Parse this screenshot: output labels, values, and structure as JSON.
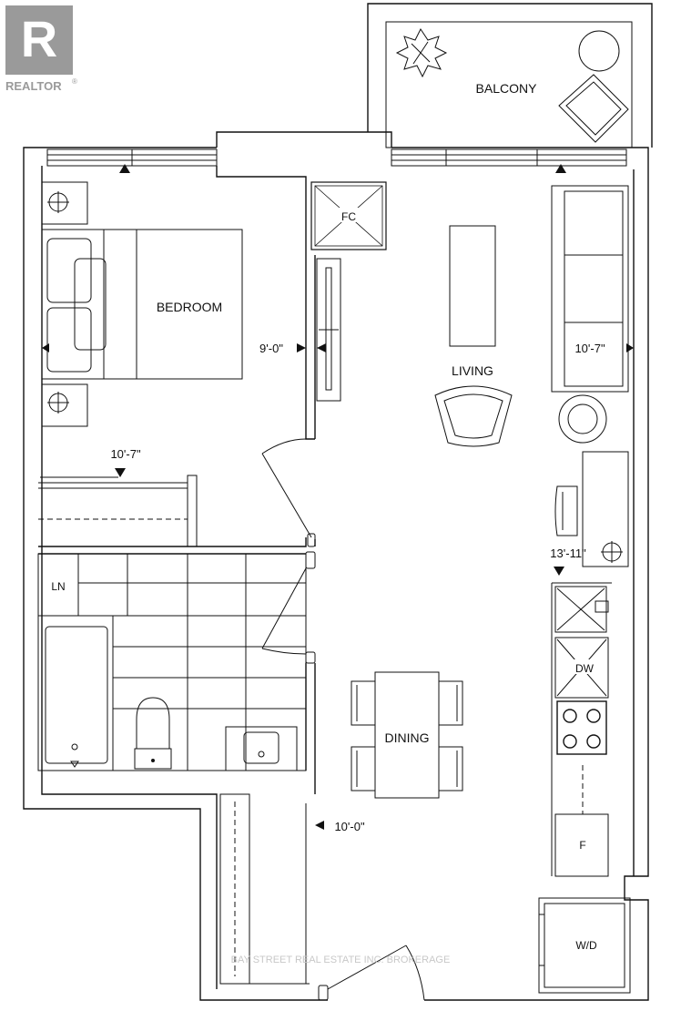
{
  "logo": {
    "text": "REALTOR",
    "mark": "®",
    "letter": "R"
  },
  "rooms": {
    "balcony": "BALCONY",
    "fc": "FC",
    "bedroom": "BEDROOM",
    "living": "LIVING",
    "ln": "LN",
    "dining": "DINING",
    "dw": "DW",
    "f": "F",
    "wd": "W/D"
  },
  "dimensions": {
    "bedroom_depth": "9'-0\"",
    "bedroom_width": "10'-7\"",
    "living_depth": "10'-7\"",
    "kitchen_length": "13'-11\"",
    "foyer_length": "10'-0\""
  },
  "watermark": "BAY STREET REAL ESTATE INC. BROKERAGE",
  "colors": {
    "line": "#111111",
    "logo": "#9a9a9a"
  }
}
